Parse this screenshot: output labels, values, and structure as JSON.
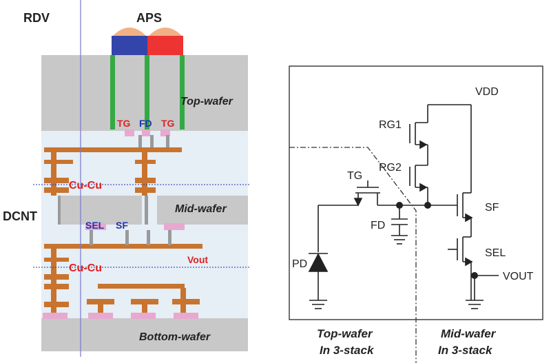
{
  "cross_section": {
    "rdv_label": "RDV",
    "aps_label": "APS",
    "dcnt_label": "DCNT",
    "top_wafer_label": "Top-wafer",
    "mid_wafer_label": "Mid-wafer",
    "bottom_wafer_label": "Bottom-wafer",
    "tg_left": "TG",
    "fd_label": "FD",
    "tg_right": "TG",
    "cu_cu_upper": "Cu-Cu",
    "cu_cu_lower": "Cu-Cu",
    "sel_label": "SEL",
    "sf_label": "SF",
    "vout_label": "Vout",
    "colors": {
      "wafer_gray": "#c8c8c8",
      "oxide": "#e6eef6",
      "copper": "#c8742e",
      "pink": "#e7a9cf",
      "green": "#33aa44",
      "blue_filter": "#3344aa",
      "red_filter": "#ee3333",
      "lens": "#f2b184",
      "red_text": "#dd2222",
      "blue_text": "#2233aa"
    }
  },
  "schematic": {
    "vdd": "VDD",
    "rg1": "RG1",
    "rg2": "RG2",
    "tg": "TG",
    "sf": "SF",
    "sel": "SEL",
    "fd": "FD",
    "pd": "PD",
    "vout": "VOUT",
    "caption_left_1": "Top-wafer",
    "caption_left_2": "In 3-stack",
    "caption_right_1": "Mid-wafer",
    "caption_right_2": "In 3-stack"
  }
}
